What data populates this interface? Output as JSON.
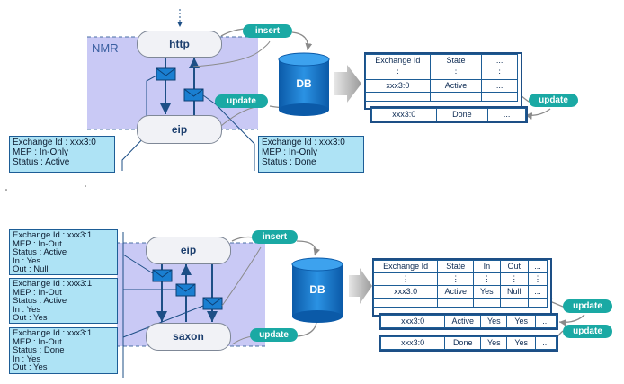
{
  "top_diagram": {
    "region_label": "NMR",
    "http_node": "http",
    "eip_node": "eip",
    "db_label": "DB",
    "insert_label": "insert",
    "update_label": "update",
    "table_update_label": "update",
    "info_left": [
      "Exchange Id : xxx3:0",
      "MEP : In-Only",
      "Status : Active"
    ],
    "info_right": [
      "Exchange Id : xxx3:0",
      "MEP : In-Only",
      "Status : Done"
    ],
    "table": {
      "headers": [
        "Exchange Id",
        "State",
        "..."
      ],
      "row_dots": [
        "⋮",
        "⋮",
        "⋮"
      ],
      "row_data": [
        "xxx3:0",
        "Active",
        "..."
      ],
      "updated_row": [
        "xxx3:0",
        "Done",
        "..."
      ]
    }
  },
  "bottom_diagram": {
    "eip_node": "eip",
    "saxon_node": "saxon",
    "db_label": "DB",
    "insert_label": "insert",
    "update_label": "update",
    "table_update_label_1": "update",
    "table_update_label_2": "update",
    "info_1": [
      "Exchange Id : xxx3:1",
      "MEP : In-Out",
      "Status : Active",
      "In : Yes",
      "Out : Null"
    ],
    "info_2": [
      "Exchange Id : xxx3:1",
      "MEP : In-Out",
      "Status : Active",
      "In : Yes",
      "Out : Yes"
    ],
    "info_3": [
      "Exchange Id : xxx3:1",
      "MEP : In-Out",
      "Status : Done",
      "In : Yes",
      "Out : Yes"
    ],
    "table": {
      "headers": [
        "Exchange Id",
        "State",
        "In",
        "Out",
        "..."
      ],
      "row_dots": [
        "⋮",
        "⋮",
        "⋮",
        "⋮",
        "⋮"
      ],
      "row_data": [
        "xxx3:0",
        "Active",
        "Yes",
        "Null",
        "..."
      ],
      "updated_row_1": [
        "xxx3:0",
        "Active",
        "Yes",
        "Yes",
        "..."
      ],
      "updated_row_2": [
        "xxx3:0",
        "Done",
        "Yes",
        "Yes",
        "..."
      ]
    }
  },
  "colors": {
    "region_fill": "#c9c9f5",
    "pill": "#1aa9a4",
    "db": "#1a7fd1",
    "arrow": "#1d4f86",
    "info_fill": "#aee3f5"
  }
}
